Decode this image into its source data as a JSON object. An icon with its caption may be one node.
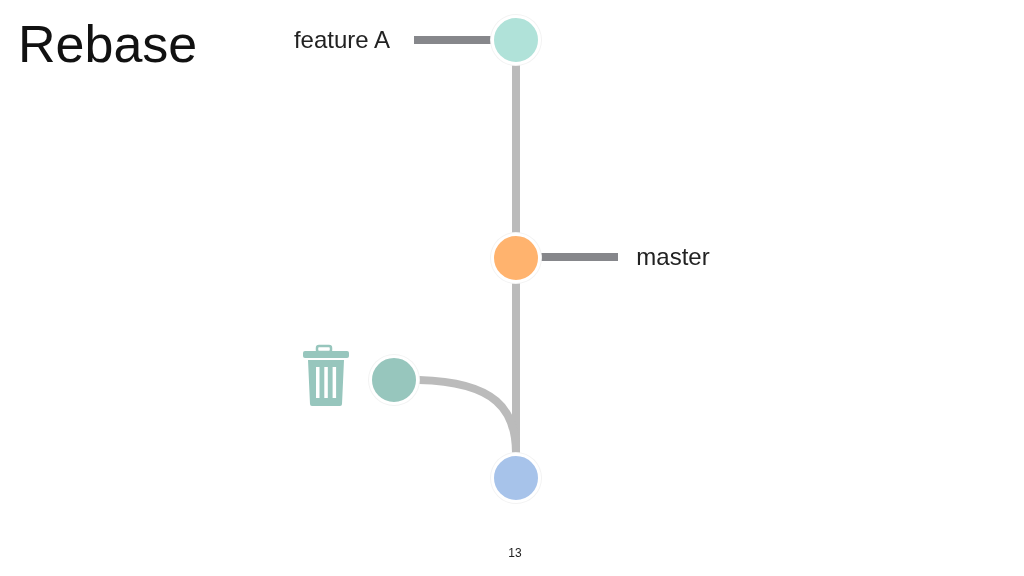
{
  "diagram": {
    "title": "Rebase",
    "nodes": [
      {
        "text": [
          "feature A"
        ]
      },
      {
        "text": [],
        "shape": "circle"
      },
      {
        "text": [
          "master"
        ]
      },
      {
        "text": [],
        "shape": "circle"
      },
      {
        "text": [],
        "shape": "circle"
      },
      {
        "text": [],
        "shape": "circle"
      }
    ],
    "edges": [
      {
        "from": 0,
        "to": 1,
        "arrow": "none",
        "color": "#86878b"
      },
      {
        "from": 2,
        "to": 3,
        "arrow": "none",
        "color": "#86878b"
      },
      {
        "from": 1,
        "to": 3,
        "arrow": "none"
      },
      {
        "from": 3,
        "to": 5,
        "arrow": "none"
      },
      {
        "from": 4,
        "to": 5,
        "arrow": "none"
      }
    ],
    "labels": [
      "13"
    ]
  }
}
